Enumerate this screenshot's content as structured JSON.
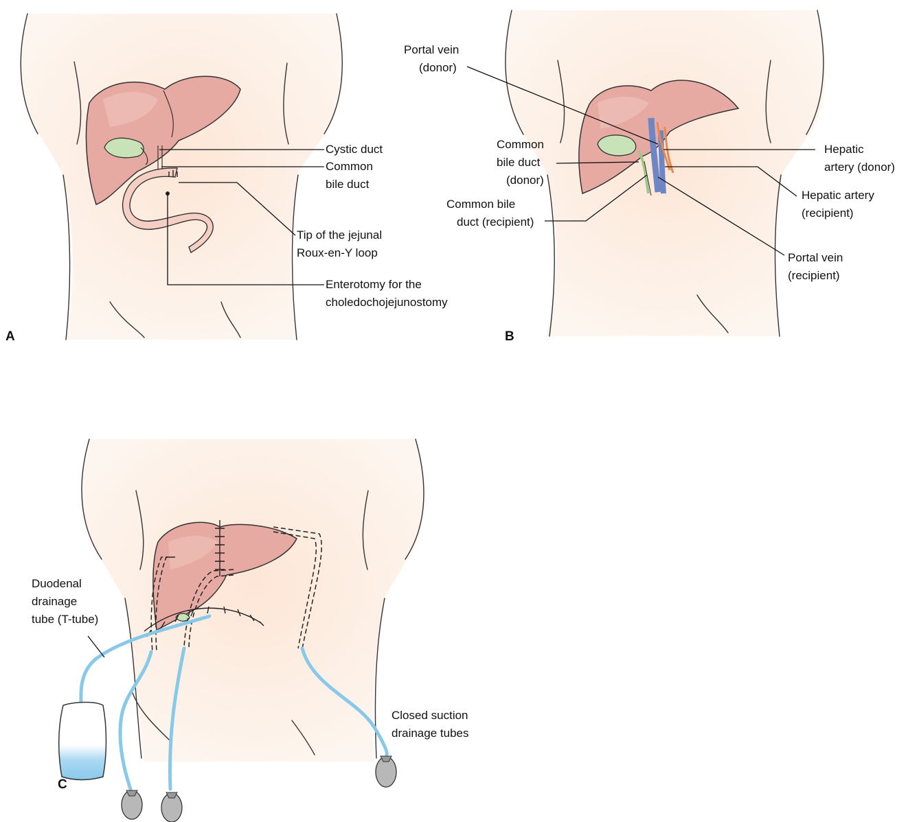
{
  "panels": [
    {
      "letter": "A",
      "labels": {
        "cystic_duct": "Cystic duct",
        "common_bile_duct_1": "Common",
        "common_bile_duct_2": "bile duct",
        "roux_loop_1": "Tip of the jejunal",
        "roux_loop_2": "Roux-en-Y loop",
        "enterotomy_1": "Enterotomy for the",
        "enterotomy_2": "choledochojejunostomy"
      }
    },
    {
      "letter": "B",
      "labels": {
        "portal_vein_donor_1": "Portal vein",
        "portal_vein_donor_2": "(donor)",
        "cbd_donor_1": "Common",
        "cbd_donor_2": "bile duct",
        "cbd_donor_3": "(donor)",
        "cbd_recipient_1": "Common bile",
        "cbd_recipient_2": "duct (recipient)",
        "hepatic_artery_donor_1": "Hepatic",
        "hepatic_artery_donor_2": "artery (donor)",
        "hepatic_artery_recipient_1": "Hepatic artery",
        "hepatic_artery_recipient_2": "(recipient)",
        "portal_vein_recipient_1": "Portal vein",
        "portal_vein_recipient_2": "(recipient)"
      }
    },
    {
      "letter": "C",
      "labels": {
        "t_tube_1": "Duodenal",
        "t_tube_2": "drainage",
        "t_tube_3": "tube (T-tube)",
        "suction_1": "Closed suction",
        "suction_2": "drainage tubes"
      }
    }
  ],
  "colors": {
    "liver": "#e7aaa3",
    "gallbladder": "#c9e3b8",
    "skin": "#fcecdf",
    "portal_vein": "#6f86c4",
    "hepatic_artery": "#e8874f",
    "drainage_tube": "#88c9ea",
    "suction_bulb": "#b8b8b8"
  }
}
